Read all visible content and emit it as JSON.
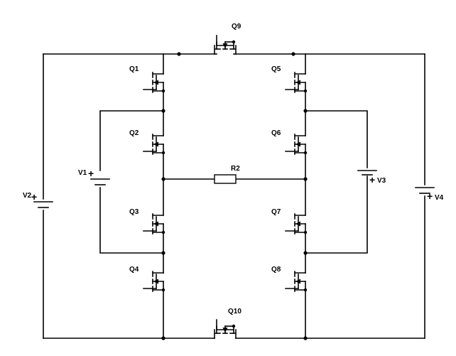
{
  "transistors": [
    {
      "id": "q1",
      "label": "Q1"
    },
    {
      "id": "q2",
      "label": "Q2"
    },
    {
      "id": "q3",
      "label": "Q3"
    },
    {
      "id": "q4",
      "label": "Q4"
    },
    {
      "id": "q5",
      "label": "Q5"
    },
    {
      "id": "q6",
      "label": "Q6"
    },
    {
      "id": "q7",
      "label": "Q7"
    },
    {
      "id": "q8",
      "label": "Q8"
    },
    {
      "id": "q9",
      "label": "Q9"
    },
    {
      "id": "q10",
      "label": "Q10"
    }
  ],
  "sources": [
    {
      "id": "v1",
      "label": "V1",
      "sign": "+"
    },
    {
      "id": "v2",
      "label": "V2",
      "sign": "+"
    },
    {
      "id": "v3",
      "label": "V3",
      "sign": "+"
    },
    {
      "id": "v4",
      "label": "V4",
      "sign": "+"
    }
  ],
  "resistor": {
    "label": "R2"
  }
}
